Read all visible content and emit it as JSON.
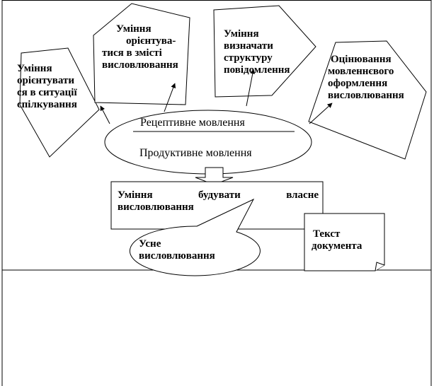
{
  "center": {
    "receptive": "Рецептивне мовлення",
    "productive": "Продуктивне мовлення"
  },
  "nodes": {
    "situation": [
      "Уміння",
      "орієнтувати",
      "ся в ситуації",
      "спілкування"
    ],
    "content": [
      "Уміння",
      "орієнтува-",
      "тися в змісті",
      "висловлювання"
    ],
    "structure": [
      "Уміння",
      "визначати",
      "структуру",
      "повідомлення"
    ],
    "assessment": [
      "Оцінювання",
      "мовленнєвого",
      "оформлення",
      "висловлювання"
    ]
  },
  "build": {
    "line1_words": [
      "Уміння",
      "будувати",
      "власне"
    ],
    "line2": "висловлювання"
  },
  "oral": [
    "Усне",
    "висловлювання"
  ],
  "document": [
    "Текст",
    "документа"
  ]
}
